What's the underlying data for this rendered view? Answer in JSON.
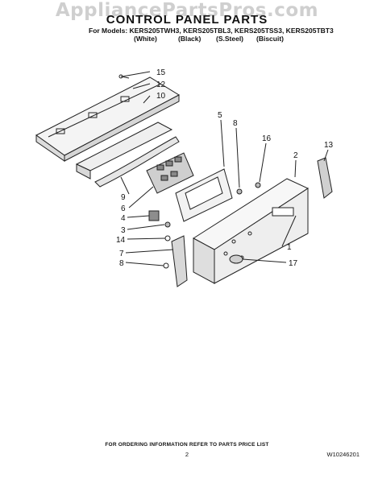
{
  "watermark": "AppliancePartsPros.com",
  "header": {
    "title": "CONTROL PANEL PARTS",
    "models_line": "For Models: KERS205TWH3, KERS205TBL3, KERS205TSS3, KERS205TBT3",
    "colors": [
      "(White)",
      "(Black)",
      "(S.Steel)",
      "(Biscuit)"
    ]
  },
  "callouts": [
    "15",
    "12",
    "10",
    "5",
    "8",
    "16",
    "2",
    "13",
    "9",
    "6",
    "4",
    "3",
    "14",
    "7",
    "8",
    "1",
    "17"
  ],
  "footer": {
    "ordering_note": "FOR ORDERING INFORMATION REFER TO PARTS PRICE LIST",
    "page_number": "2",
    "doc_id": "W10246201"
  }
}
